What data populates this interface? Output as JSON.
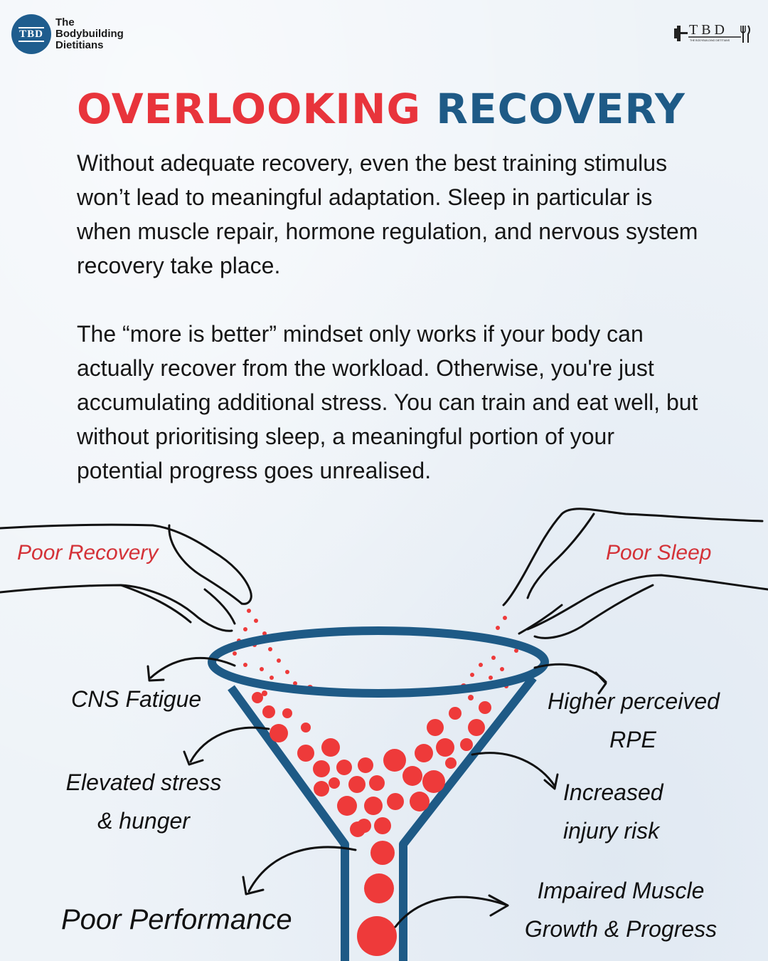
{
  "brand": {
    "logo_text": "TBD",
    "name_lines": [
      "The",
      "Bodybuilding",
      "Dietitians"
    ],
    "mark_text": "TBD",
    "mark_subtext": "THE BODYBUILDING DIETITIANS"
  },
  "title": {
    "part1": "OVERLOOKING",
    "part2": "RECOVERY"
  },
  "paragraphs": [
    "Without adequate recovery, even the best training stimulus won’t lead to meaningful adaptation. Sleep in particular is when muscle repair, hormone regulation, and nervous system recovery take place.",
    "The “more is better” mindset only works if your body can actually recover from the workload. Otherwise, you're just accumulating additional stress. You can train and eat well, but without prioritising sleep, a meaningful portion of your potential progress goes unrealised."
  ],
  "inputs": {
    "left": "Poor Recovery",
    "right": "Poor Sleep"
  },
  "effects": {
    "cns": "CNS Fatigue",
    "stress_line1": "Elevated stress",
    "stress_line2": "& hunger",
    "performance": "Poor Performance",
    "rpe_line1": "Higher perceived",
    "rpe_line2": "RPE",
    "injury_line1": "Increased",
    "injury_line2": "injury risk",
    "muscle_line1": "Impaired Muscle",
    "muscle_line2": "Growth & Progress"
  },
  "colors": {
    "red": "#e8343b",
    "blue": "#1e5a86",
    "background": "#eef3f8",
    "dots": "#ee3a3a"
  }
}
